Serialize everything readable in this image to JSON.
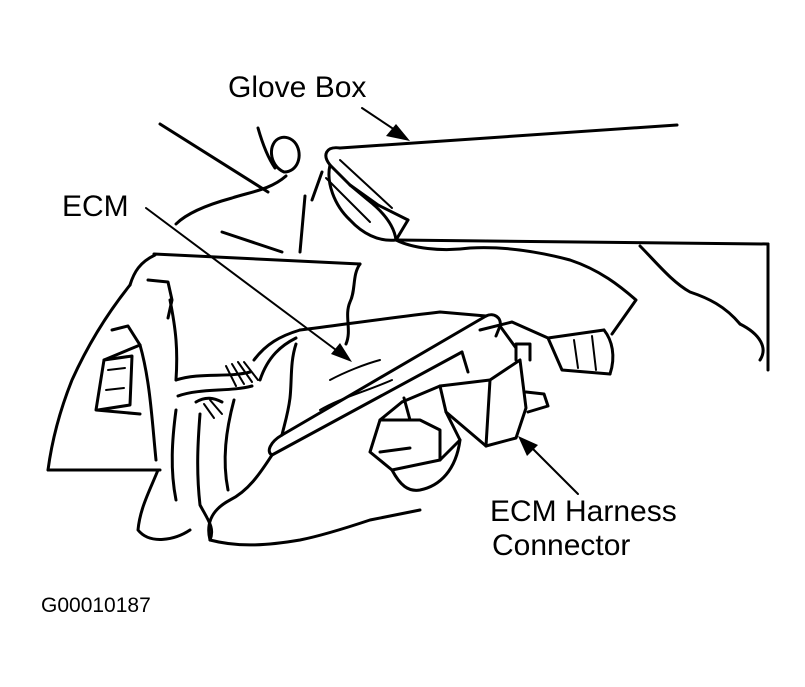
{
  "labels": {
    "glove_box": "Glove Box",
    "ecm": "ECM",
    "connector_line1": "ECM Harness",
    "connector_line2": "Connector"
  },
  "figure_id": "G00010187"
}
